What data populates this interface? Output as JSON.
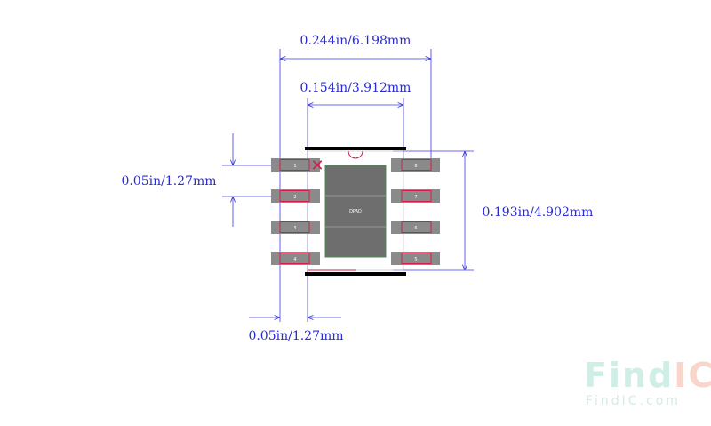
{
  "dimensions": {
    "overall_width": "0.244in/6.198mm",
    "body_width": "0.154in/3.912mm",
    "pitch": "0.05in/1.27mm",
    "body_length": "0.193in/4.902mm",
    "pad_width": "0.05in/1.27mm"
  },
  "pads": {
    "left": [
      "1",
      "2",
      "3",
      "4"
    ],
    "right": [
      "8",
      "7",
      "6",
      "5"
    ]
  },
  "center_pad_label": "DPAD",
  "pin1_marker": "✕",
  "logo": {
    "main_prefix": "Find",
    "main_suffix": "IC",
    "sub": "FindIC.com"
  },
  "colors": {
    "dimension": "#2a2ad6",
    "pad": "#8a8a8a",
    "pad_outline": "#d0204a",
    "body_outline": "#000000",
    "center_pad": "#6e6e6e"
  }
}
